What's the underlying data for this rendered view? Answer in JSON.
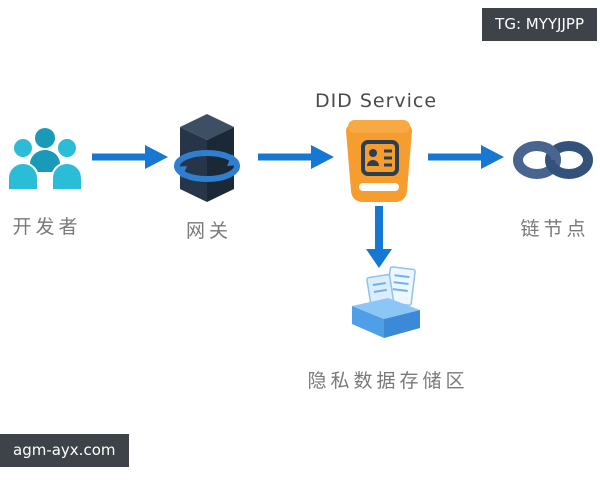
{
  "badges": {
    "tg": "TG: MYYJJPP",
    "watermark": "agm-ayx.com"
  },
  "diagram": {
    "service_title": "DID Service",
    "nodes": [
      {
        "id": "developers",
        "label": "开发者",
        "icon": "people-group-icon"
      },
      {
        "id": "gateway",
        "label": "网关",
        "icon": "gateway-server-icon"
      },
      {
        "id": "did-service",
        "label": "DID Service",
        "icon": "did-service-container-icon"
      },
      {
        "id": "chain-node",
        "label": "链节点",
        "icon": "chain-link-icon"
      },
      {
        "id": "private-storage",
        "label": "隐私数据存储区",
        "icon": "storage-folder-icon"
      }
    ],
    "edges": [
      {
        "from": "developers",
        "to": "gateway"
      },
      {
        "from": "gateway",
        "to": "did-service"
      },
      {
        "from": "did-service",
        "to": "chain-node"
      },
      {
        "from": "did-service",
        "to": "private-storage"
      }
    ],
    "colors": {
      "arrow_blue": "#1678d2",
      "people_cyan": "#2bbdd8",
      "gateway_navy": "#263648",
      "service_orange": "#f59d2e",
      "chain_steel_blue": "#47658e",
      "storage_blue": "#4f9fe8",
      "label_gray": "#7a7a7a",
      "badge_bg": "#3e4349"
    }
  }
}
